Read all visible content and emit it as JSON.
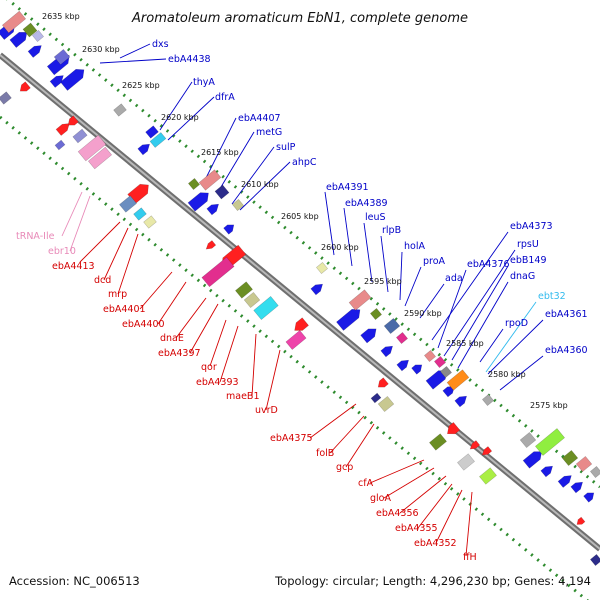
{
  "title": "Aromatoleum aromaticum EbN1, complete genome",
  "footer": {
    "accession": "Accession: NC_006513",
    "summary": "Topology: circular; Length: 4,296,230 bp; Genes: 4,194"
  },
  "colors": {
    "backbone": "#7a7a7a",
    "dotted_track": "#2e8b2e",
    "forward_label": "#0000c8",
    "reverse_label": "#d40000",
    "trna_label": "#e88ab8",
    "ncrna_label": "#33bbee"
  },
  "scale_labels": [
    "2635 kbp",
    "2630 kbp",
    "2625 kbp",
    "2620 kbp",
    "2615 kbp",
    "2610 kbp",
    "2605 kbp",
    "2600 kbp",
    "2595 kbp",
    "2590 kbp",
    "2585 kbp",
    "2580 kbp",
    "2575 kbp"
  ],
  "forward_labels": [
    "dxs",
    "ebA4438",
    "thyA",
    "dfrA",
    "ebA4407",
    "metG",
    "sulP",
    "ahpC",
    "ebA4391",
    "ebA4389",
    "leuS",
    "rlpB",
    "holA",
    "proA",
    "ada",
    "ebA4373",
    "ebA4376",
    "rpsU",
    "ebB149",
    "dnaG",
    "rpoD",
    "ebA4361",
    "ebA4360"
  ],
  "ncrna_labels": [
    "ebt32"
  ],
  "trna_labels": [
    "tRNA-Ile",
    "ebr10"
  ],
  "reverse_labels": [
    "ebA4413",
    "dcd",
    "mrp",
    "ebA4401",
    "ebA4400",
    "dnaE",
    "ebA4397",
    "qor",
    "ebA4393",
    "maeB1",
    "uvrD",
    "ebA4375",
    "folB",
    "gcp",
    "cfA",
    "gloA",
    "ebA4356",
    "ebA4355",
    "ebA4352",
    "ffH"
  ]
}
